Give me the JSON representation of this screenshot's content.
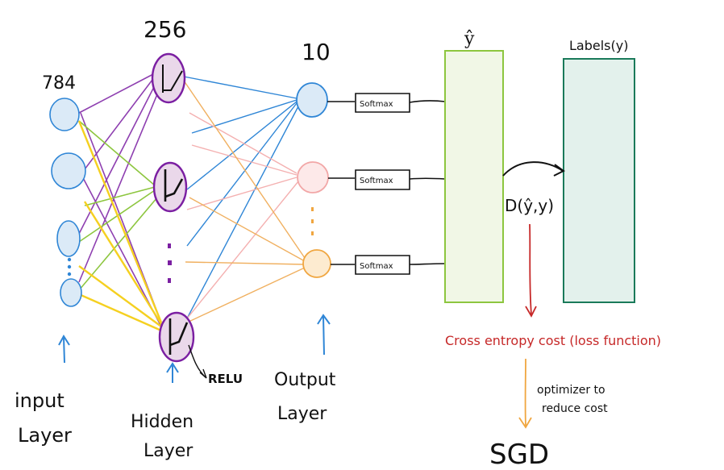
{
  "counts": {
    "input": "784",
    "hidden": "256",
    "output": "10"
  },
  "labels": {
    "input_layer_line1": "input",
    "input_layer_line2": "Layer",
    "hidden_layer_line1": "Hidden",
    "hidden_layer_line2": "Layer",
    "output_layer_line1": "Output",
    "output_layer_line2": "Layer",
    "relu": "RELU",
    "softmax": "Softmax",
    "y_hat": "ŷ",
    "labels_y": "Labels(y)",
    "distance": "D(ŷ,y)",
    "cross_entropy": "Cross entropy cost (loss function)",
    "optimizer_line1": "optimizer to",
    "optimizer_line2": "reduce cost",
    "sgd": "SGD"
  },
  "colors": {
    "node_blue": "#2f86d6",
    "node_blue_fill": "#dbeaf7",
    "node_pink": "#f2a7a7",
    "node_pink_fill": "#fde9e9",
    "node_orange": "#f0a640",
    "node_orange_fill": "#fdebd0",
    "hidden_purple": "#7b1fa2",
    "hidden_fill": "#ead8ea",
    "purple_line": "#8e3fb0",
    "green_line": "#8dc63f",
    "yellow_line": "#f5d020",
    "orange_line": "#f0b060",
    "pink_line": "#f4b0b0",
    "blue_line": "#2f86d6",
    "yhat_border": "#8dc63f",
    "yhat_fill": "#f1f7e6",
    "labels_border": "#1a7a5a",
    "labels_fill": "#e3f1ec",
    "red_arrow": "#c62828",
    "orange_arrow": "#f0a640"
  }
}
